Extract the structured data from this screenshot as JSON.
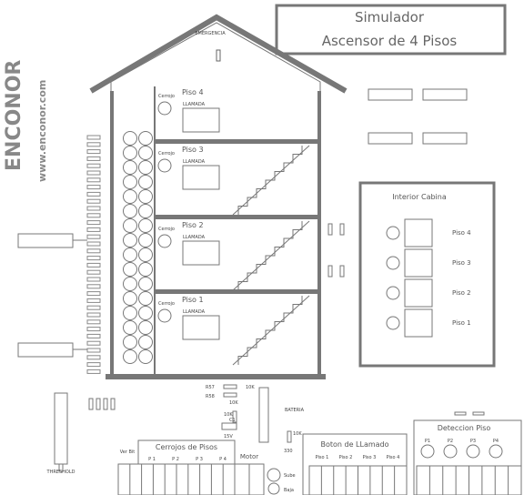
{
  "title": {
    "line1": "Simulador",
    "line2": "Ascensor de 4 Pisos"
  },
  "brand": {
    "name": "ENCONOR",
    "url": "www.enconor.com"
  },
  "house": {
    "emergency_label": "EMERGENCIA"
  },
  "floors": [
    {
      "name": "Piso 4",
      "lock_label": "Cerrojo",
      "call_label": "LLAMADA"
    },
    {
      "name": "Piso 3",
      "lock_label": "Cerrojo",
      "call_label": "LLAMADA"
    },
    {
      "name": "Piso 2",
      "lock_label": "Cerrojo",
      "call_label": "LLAMADA"
    },
    {
      "name": "Piso 1",
      "lock_label": "Cerrojo",
      "call_label": "LLAMADA"
    }
  ],
  "cabin": {
    "title": "Interior Cabina",
    "buttons": [
      "Piso 4",
      "Piso 3",
      "Piso 2",
      "Piso 1"
    ]
  },
  "components": {
    "r57": "R57",
    "r58": "R58",
    "v10k": "10K",
    "v10k_b": "10K",
    "v10k_c": "10K",
    "v10k_d": "10K",
    "c1": "C1",
    "v15": "15V",
    "bateria": "BATERIA",
    "v330": "330"
  },
  "terminals": {
    "ver_label": "Ver Bit",
    "cerrojos": {
      "title": "Cerrojos de Pisos",
      "pins": [
        "P 1",
        "P 2",
        "P 3",
        "P 4"
      ]
    },
    "motor": {
      "title": "Motor",
      "sube": "Sube",
      "baja": "Baja"
    },
    "boton": {
      "title": "Boton de LLamado",
      "pins": [
        "Piso 1",
        "Piso 2",
        "Piso 3",
        "Piso 4"
      ]
    },
    "deteccion": {
      "title": "Deteccion Piso",
      "pins": [
        "P1",
        "P2",
        "P3",
        "P4"
      ]
    },
    "threshold_label": "THRESHOLD"
  }
}
